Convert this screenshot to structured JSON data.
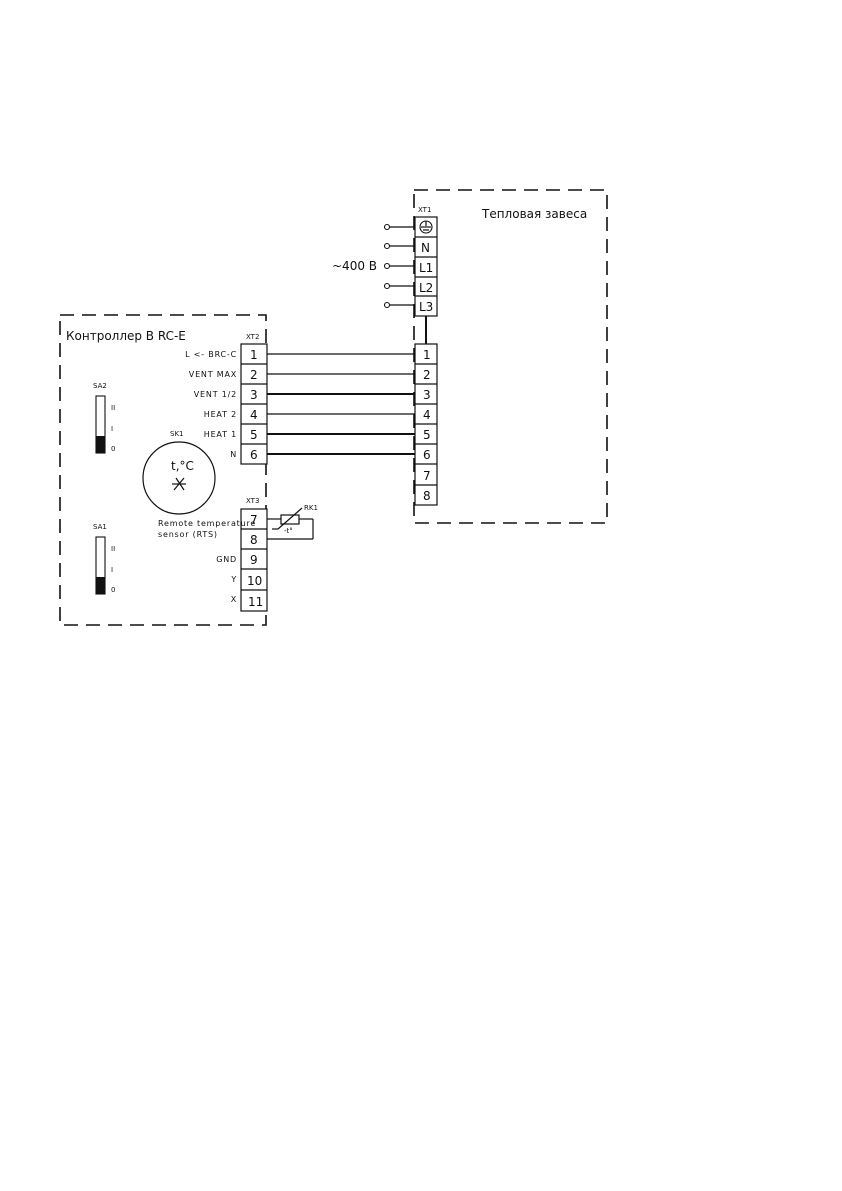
{
  "heater": {
    "title": "Тепловая завеса",
    "xt1_label": "XT1",
    "supply_label": "~400 В",
    "power_terminals": [
      "N",
      "L1",
      "L2",
      "L3"
    ],
    "terminals": [
      "1",
      "2",
      "3",
      "4",
      "5",
      "6",
      "7",
      "8"
    ]
  },
  "controller": {
    "title": "Контроллер B RC-E",
    "xt2_label": "XT2",
    "xt3_label": "XT3",
    "xt2_signals": [
      "L <- BRC-C",
      "VENT MAX",
      "VENT 1/2",
      "HEAT 2",
      "HEAT 1",
      "N"
    ],
    "xt2_terminals": [
      "1",
      "2",
      "3",
      "4",
      "5",
      "6"
    ],
    "xt3_signals": [
      "",
      "",
      "GND",
      "Y",
      "X"
    ],
    "xt3_terminals": [
      "7",
      "8",
      "9",
      "10",
      "11"
    ],
    "sa2_label": "SA2",
    "sa1_label": "SA1",
    "switch_positions": [
      "II",
      "I",
      "0"
    ],
    "sk1_label": "SK1",
    "sk1_symbol": "t,°C",
    "rts_label_line1": "Remote temperature",
    "rts_label_line2": "sensor (RTS)",
    "rk1_label": "RK1",
    "rk1_sub": "-t°"
  }
}
